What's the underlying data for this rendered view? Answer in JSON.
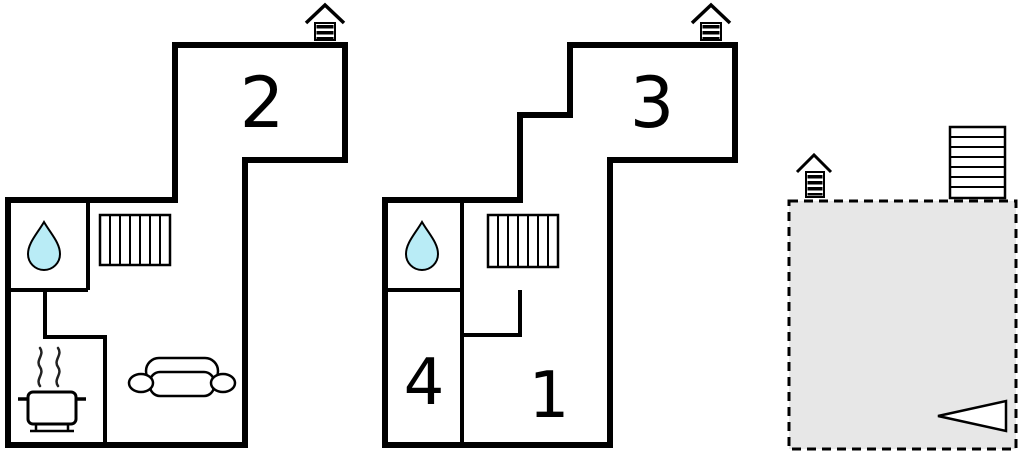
{
  "page": {
    "background": "#ffffff"
  },
  "colors": {
    "wall": "#000000",
    "terrace_fill": "#e7e7e7",
    "water_drop": "#b9ecf6",
    "shape_fill": "#ffffff"
  },
  "labels": {
    "room2": "2",
    "room3": "3",
    "room4": "4",
    "room1": "1"
  },
  "icons": {
    "chimney": "chimney-icon",
    "stairs": "stairs-icon",
    "water_drop": "water-drop-icon",
    "stove": "stove-icon",
    "sofa": "sofa-icon",
    "direction_arrow": "direction-arrow-icon"
  }
}
